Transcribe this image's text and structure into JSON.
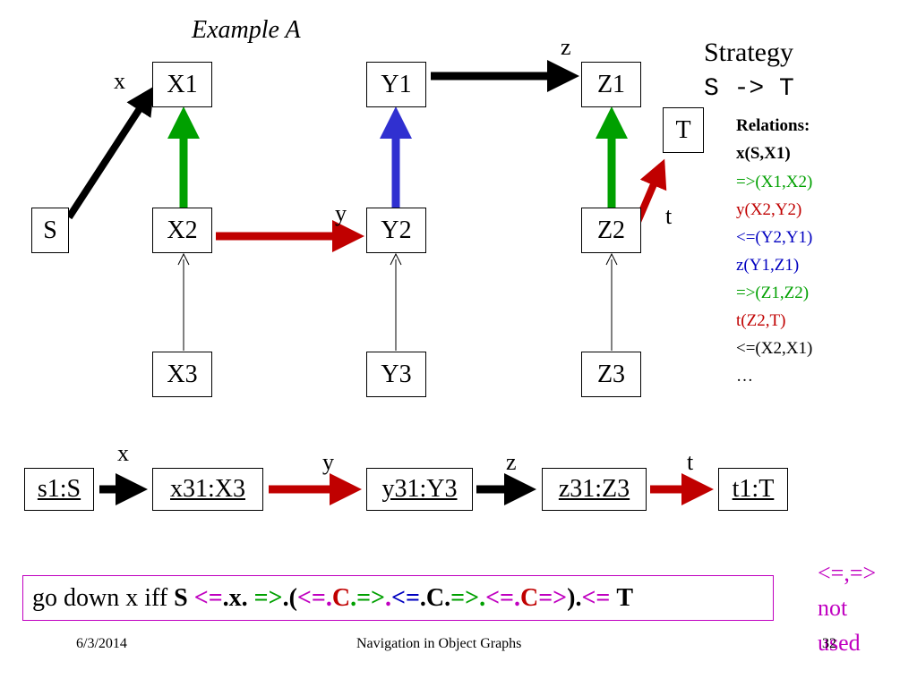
{
  "title": "Example A",
  "strategy": {
    "label": "Strategy",
    "expr": "S -> T"
  },
  "nodes": {
    "S": "S",
    "X1": "X1",
    "X2": "X2",
    "X3": "X3",
    "Y1": "Y1",
    "Y2": "Y2",
    "Y3": "Y3",
    "Z1": "Z1",
    "Z2": "Z2",
    "Z3": "Z3",
    "T": "T"
  },
  "edge_labels": {
    "x": "x",
    "y": "y",
    "z": "z",
    "t": "t"
  },
  "relations": {
    "heading": "Relations:",
    "items": [
      {
        "text": "x(S,X1)",
        "color": "#000000",
        "bold": true
      },
      {
        "text": "=>(X1,X2)",
        "color": "#00a000"
      },
      {
        "text": "y(X2,Y2)",
        "color": "#c00000"
      },
      {
        "text": "<=(Y2,Y1)",
        "color": "#0000c0"
      },
      {
        "text": "z(Y1,Z1)",
        "color": "#0000c0"
      },
      {
        "text": "=>(Z1,Z2)",
        "color": "#00a000"
      },
      {
        "text": "t(Z2,T)",
        "color": "#c00000"
      },
      {
        "text": "<=(X2,X1)",
        "color": "#000000"
      },
      {
        "text": "…",
        "color": "#000000"
      }
    ]
  },
  "objects": {
    "s1": "s1:S",
    "x31": "x31:X3",
    "y31": "y31:Y3",
    "z31": "z31:Z3",
    "t1": "t1:T"
  },
  "formula": {
    "prefix": "go down x iff",
    "S": "S",
    "p1": "<=",
    "p2": ".x.",
    "p3": "=>",
    "p4": ".(",
    "p5": "<=",
    "p6": ".",
    "p7": "C",
    "p8": ".",
    "p9": "=>",
    "p10": ".",
    "p11": "<=",
    "p12": ".",
    "p13": "C",
    "p14": ".",
    "p15": "=>",
    "p16": ".",
    "p17": "<=",
    "p18": ".",
    "p19": "C",
    "p20": "=>",
    "p21": ").",
    "p22": "<=",
    "T": "T"
  },
  "note": {
    "line1": "<=,=>",
    "line2": "not",
    "line3": "used"
  },
  "footer": {
    "date": "6/3/2014",
    "center": "Navigation in Object Graphs",
    "page": "32"
  },
  "colors": {
    "green": "#00a000",
    "red": "#c00000",
    "blue": "#3030d0",
    "magenta": "#c000c0",
    "black": "#000000"
  }
}
